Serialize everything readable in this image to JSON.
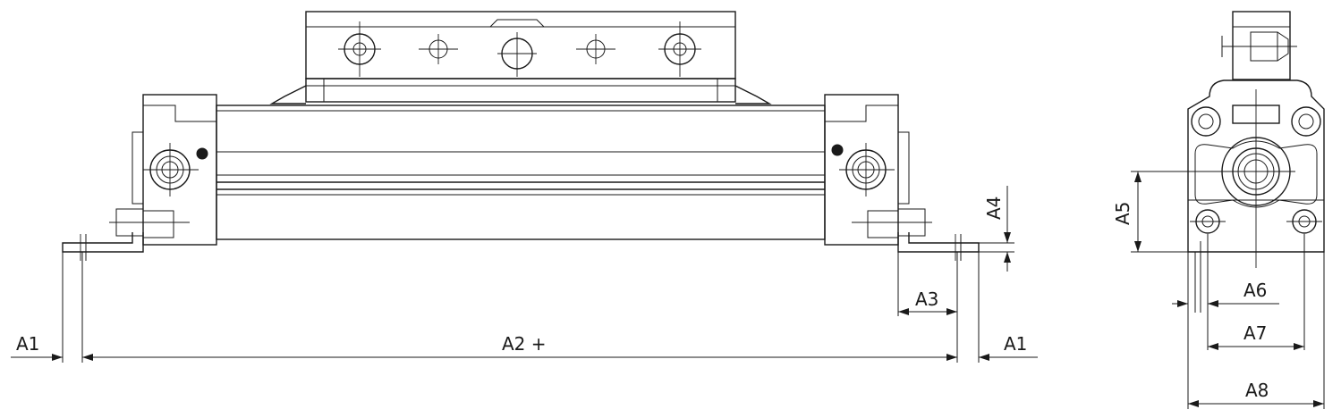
{
  "labels": {
    "a1_left": "A1",
    "a2": "A2 +",
    "a1_right": "A1",
    "a3": "A3",
    "a4": "A4",
    "a5": "A5",
    "a6": "A6",
    "a7": "A7",
    "a8": "A8"
  }
}
